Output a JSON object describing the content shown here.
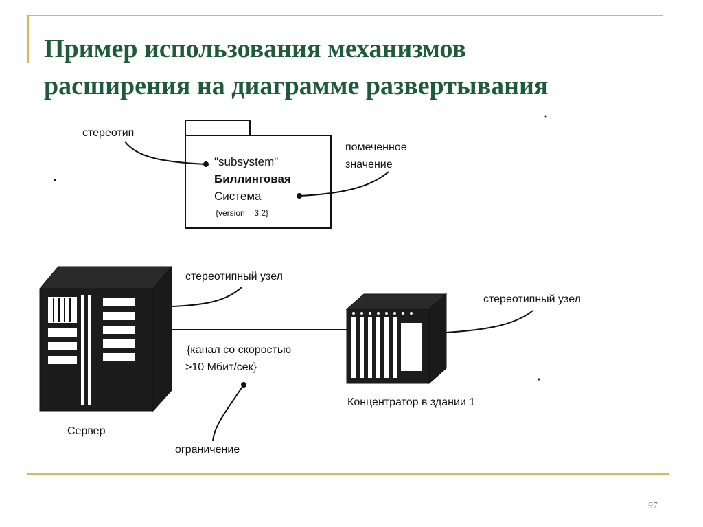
{
  "slide": {
    "title_line1": "Пример использования механизмов",
    "title_line2": "расширения на диаграмме развертывания",
    "page_number": "97"
  },
  "component": {
    "stereotype": "\"subsystem\"",
    "name_line1": "Биллинговая",
    "name_line2": "Система",
    "tagged_value": "{version = 3.2}"
  },
  "labels": {
    "stereotype": "стереотип",
    "tagged_value_line1": "помеченное",
    "tagged_value_line2": "значение",
    "node1_stereotype": "стереотипный узел",
    "node2_stereotype": "стереотипный узел",
    "link_constraint_line1": "{канал со скоростью",
    "link_constraint_line2": ">10 Мбит/сек}",
    "server_name": "Сервер",
    "hub_name": "Концентратор в здании 1",
    "constraint": "ограничение"
  },
  "colors": {
    "title": "#1f5a3a",
    "frame": "#d6b85a",
    "ink": "#111111"
  }
}
